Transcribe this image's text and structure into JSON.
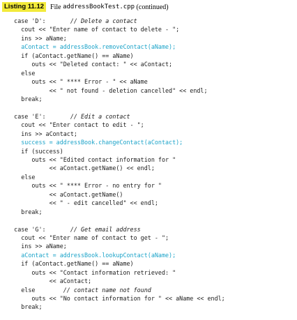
{
  "header": {
    "listing_label": "Listing 11.12",
    "file_prefix": "File ",
    "file_name": "addressBookTest.cpp",
    "file_suffix": " (continued)"
  },
  "code": {
    "lines": [
      {
        "text": "    case 'D':       // Delete a contact",
        "highlight": false
      },
      {
        "text": "      cout << \"Enter name of contact to delete - \";",
        "highlight": false
      },
      {
        "text": "      ins >> aName;",
        "highlight": false
      },
      {
        "text": "      aContact = addressBook.removeContact(aName);",
        "highlight": true
      },
      {
        "text": "      if (aContact.getName() == aName)",
        "highlight": false
      },
      {
        "text": "         outs << \"Deleted contact: \" << aContact;",
        "highlight": false
      },
      {
        "text": "      else",
        "highlight": false
      },
      {
        "text": "         outs << \" **** Error - \" << aName",
        "highlight": false
      },
      {
        "text": "              << \" not found - deletion cancelled\" << endl;",
        "highlight": false
      },
      {
        "text": "      break;",
        "highlight": false
      },
      {
        "text": "",
        "highlight": false
      },
      {
        "text": "    case 'E':       // Edit a contact",
        "highlight": false
      },
      {
        "text": "      cout << \"Enter contact to edit - \";",
        "highlight": false
      },
      {
        "text": "      ins >> aContact;",
        "highlight": false
      },
      {
        "text": "      success = addressBook.changeContact(aContact);",
        "highlight": true
      },
      {
        "text": "      if (success)",
        "highlight": false
      },
      {
        "text": "         outs << \"Edited contact information for \"",
        "highlight": false
      },
      {
        "text": "              << aContact.getName() << endl;",
        "highlight": false
      },
      {
        "text": "      else",
        "highlight": false
      },
      {
        "text": "         outs << \" **** Error - no entry for \"",
        "highlight": false
      },
      {
        "text": "              << aContact.getName()",
        "highlight": false
      },
      {
        "text": "              << \" - edit cancelled\" << endl;",
        "highlight": false
      },
      {
        "text": "      break;",
        "highlight": false
      },
      {
        "text": "",
        "highlight": false
      },
      {
        "text": "    case 'G':       // Get email address",
        "highlight": false
      },
      {
        "text": "      cout << \"Enter name of contact to get - \";",
        "highlight": false
      },
      {
        "text": "      ins >> aName;",
        "highlight": false
      },
      {
        "text": "      aContact = addressBook.lookupContact(aName);",
        "highlight": true
      },
      {
        "text": "      if (aContact.getName() == aName)",
        "highlight": false
      },
      {
        "text": "         outs << \"Contact information retrieved: \"",
        "highlight": false
      },
      {
        "text": "              << aContact;",
        "highlight": false
      },
      {
        "text": "      else        // contact name not found",
        "highlight": false
      },
      {
        "text": "         outs << \"No contact information for \" << aName << endl;",
        "highlight": false
      },
      {
        "text": "      break;",
        "highlight": false
      }
    ]
  }
}
